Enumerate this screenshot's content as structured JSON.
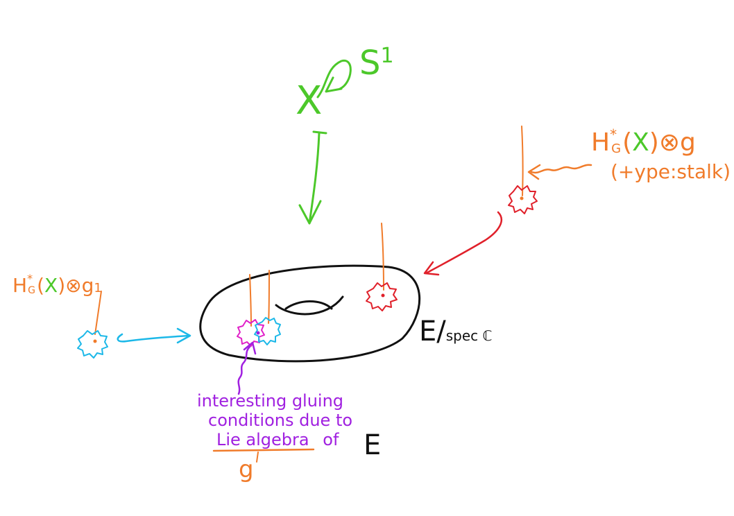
{
  "colors": {
    "green": "#4cc82a",
    "orange": "#f07b2a",
    "red": "#e0202a",
    "cyan": "#1cb8e8",
    "magenta": "#e020c8",
    "purple": "#a020e0",
    "black": "#111111"
  },
  "top": {
    "space": "X",
    "circle_group": "S",
    "circle_superscript": "1"
  },
  "right_label": {
    "cohomology": "H",
    "superscript": "*",
    "subscript": "G",
    "open_paren": "(",
    "variable": "X",
    "close_paren": ")",
    "tensor": "⊗",
    "lie": "g",
    "caption": "(+ype:stalk)"
  },
  "left_label": {
    "cohomology": "H",
    "superscript": "*",
    "subscript": "G",
    "open_paren": "(",
    "variable": "X",
    "close_paren": ")",
    "tensor": "⊗",
    "lie": "g",
    "subscript_index": "1"
  },
  "curve_label": {
    "curve": "E",
    "slash": "/",
    "base": "spec ℂ"
  },
  "annotation": {
    "line1": "interesting gluing",
    "line2": "conditions due to",
    "line3_underlined": "Lie algebra",
    "line3_rest": "of",
    "curve": "E",
    "lie_symbol": "g"
  }
}
